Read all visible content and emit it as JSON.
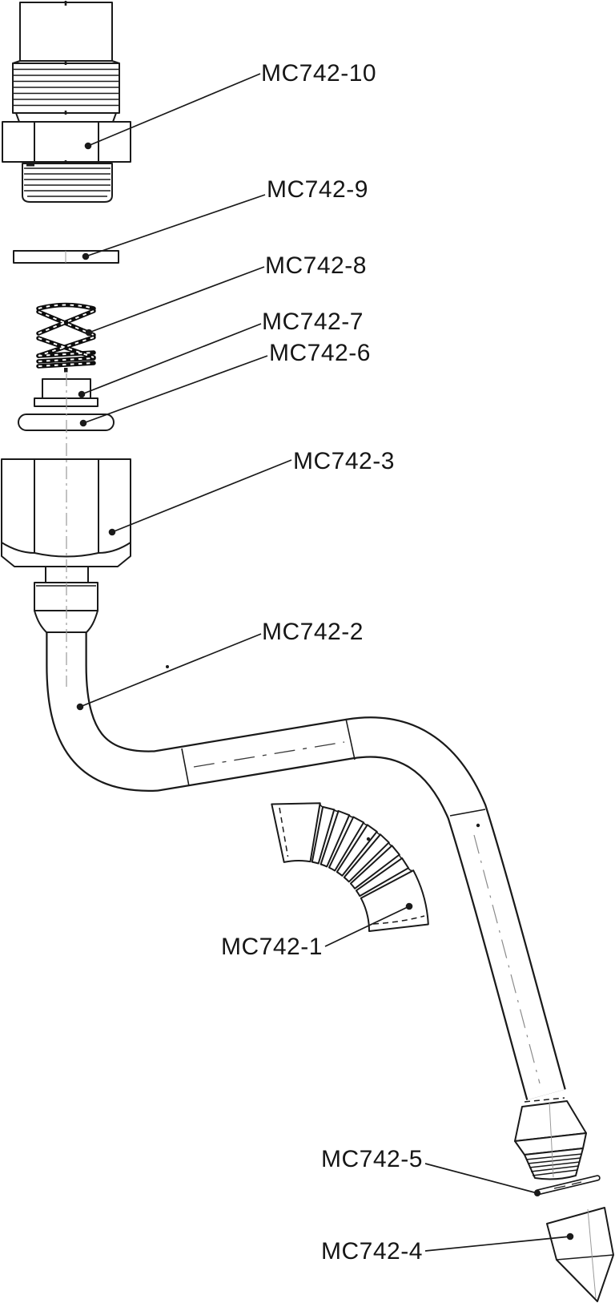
{
  "drawing": {
    "kind": "exploded-parts-diagram",
    "colors": {
      "background": "#ffffff",
      "line": "#1a1a1a",
      "centerline": "#9a9a9a"
    },
    "callouts": {
      "c10": {
        "label": "MC742-10"
      },
      "c9": {
        "label": "MC742-9"
      },
      "c8": {
        "label": "MC742-8"
      },
      "c7": {
        "label": "MC742-7"
      },
      "c6": {
        "label": "MC742-6"
      },
      "c3": {
        "label": "MC742-3"
      },
      "c2": {
        "label": "MC742-2"
      },
      "c1": {
        "label": "MC742-1"
      },
      "c5": {
        "label": "MC742-5"
      },
      "c4": {
        "label": "MC742-4"
      }
    }
  }
}
